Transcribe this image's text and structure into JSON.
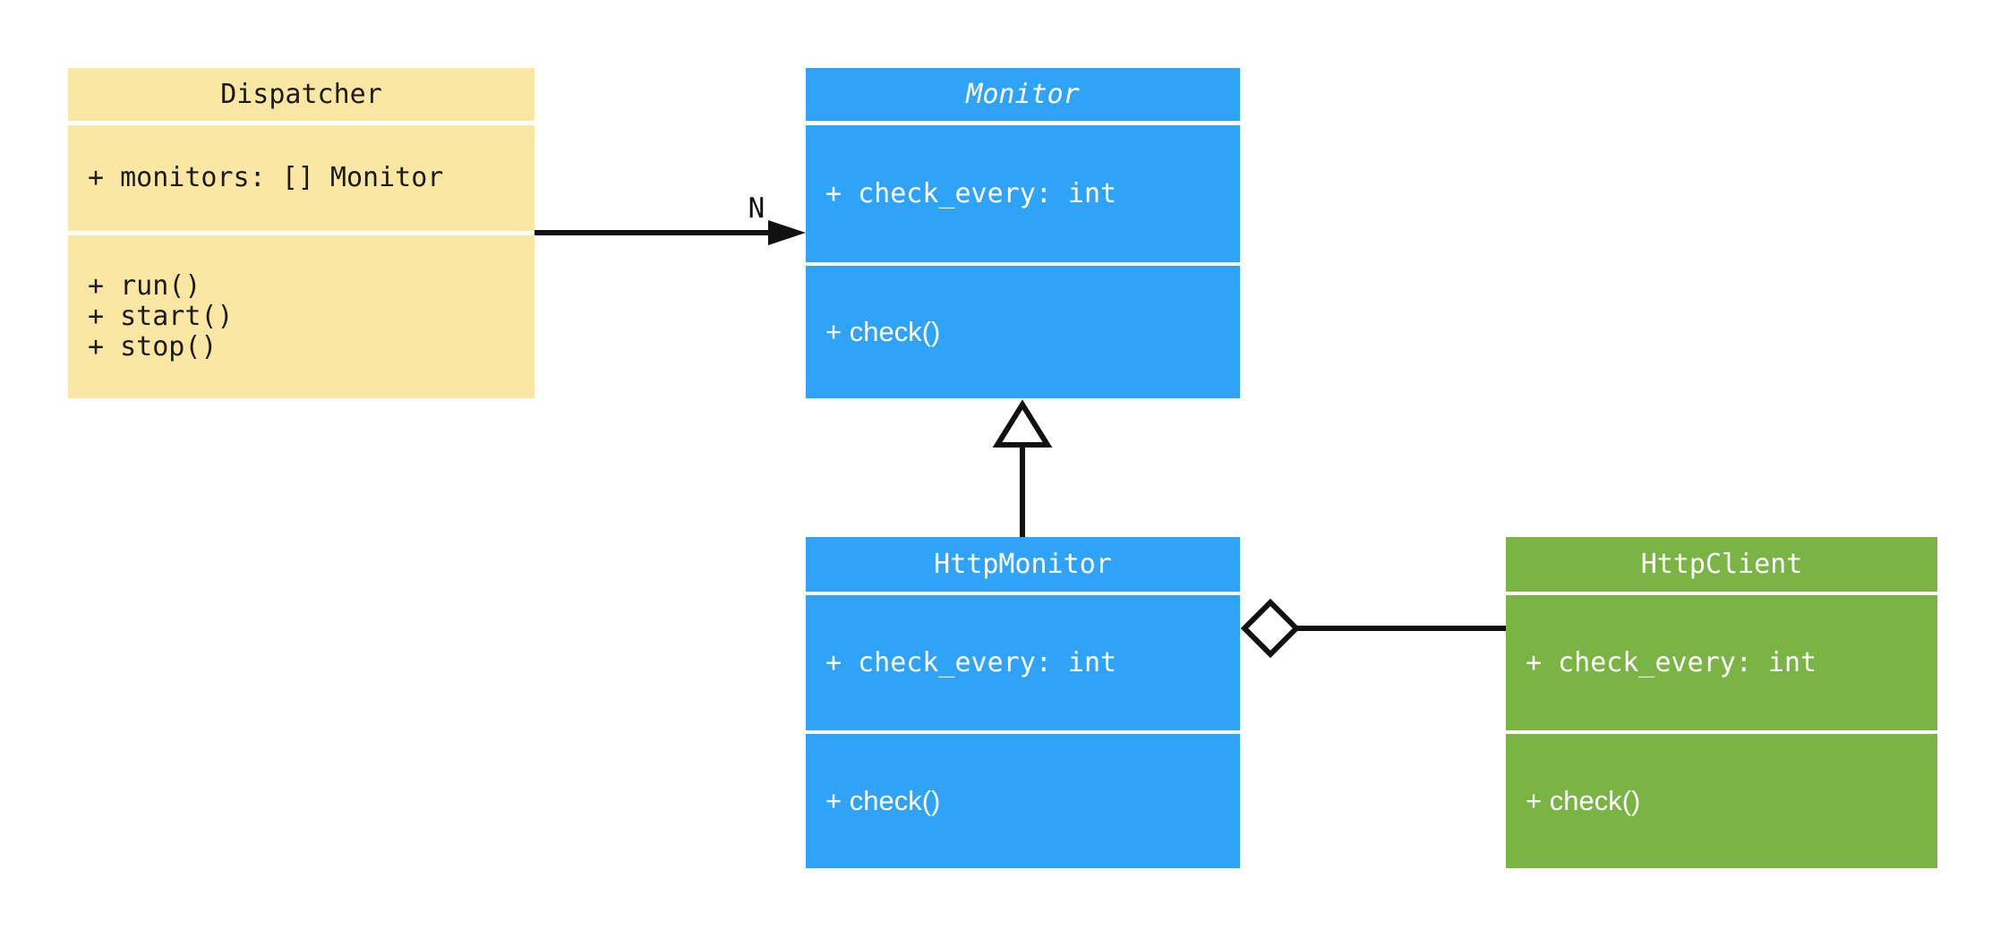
{
  "diagram": {
    "kind": "uml-class-diagram",
    "background": "#ffffff",
    "colors": {
      "yellow_fill": "#fbe7a4",
      "blue_fill": "#2fa3f7",
      "green_fill": "#79b445",
      "line_color": "#111111",
      "dark_text": "#1b1b1b",
      "light_text": "#ffffff"
    }
  },
  "classes": [
    {
      "name": "Dispatcher",
      "abstract": false,
      "fill": "#fbe7a4",
      "attributes": [
        "+ monitors: [] Monitor"
      ],
      "methods": [
        "+ run()",
        "+ start()",
        "+ stop()"
      ]
    },
    {
      "name": "Monitor",
      "abstract": true,
      "fill": "#2fa3f7",
      "attributes": [
        "+ check_every: int"
      ],
      "methods": [
        "+ check()"
      ]
    },
    {
      "name": "HttpMonitor",
      "abstract": false,
      "fill": "#2fa3f7",
      "attributes": [
        "+ check_every: int"
      ],
      "methods": [
        "+ check()"
      ]
    },
    {
      "name": "HttpClient",
      "abstract": false,
      "fill": "#79b445",
      "attributes": [
        "+ check_every: int"
      ],
      "methods": [
        "+ check()"
      ]
    }
  ],
  "relationships": [
    {
      "type": "association",
      "from": "Dispatcher",
      "to": "Monitor",
      "label": "N",
      "arrow": "filled-arrowhead"
    },
    {
      "type": "generalization",
      "from": "HttpMonitor",
      "to": "Monitor",
      "label": "",
      "arrow": "hollow-triangle"
    },
    {
      "type": "aggregation",
      "from": "HttpMonitor",
      "to": "HttpClient",
      "label": "",
      "arrow": "hollow-diamond"
    }
  ]
}
